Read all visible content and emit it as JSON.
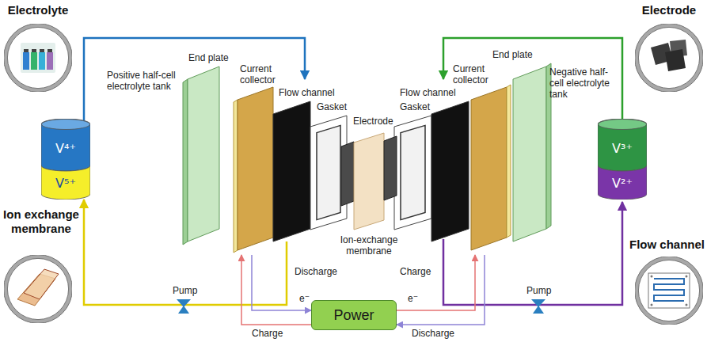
{
  "diagram": {
    "nodes": [
      {
        "text": [
          "Electrolyte"
        ]
      },
      {
        "text": [
          "Electrode"
        ]
      },
      {
        "text": [
          "V⁴⁺"
        ]
      },
      {
        "text": [
          "V³⁺"
        ]
      },
      {
        "text": [
          "V⁵⁺"
        ]
      },
      {
        "text": [
          "V²⁺"
        ]
      },
      {
        "text": [
          "Ion exchange membrane"
        ]
      },
      {
        "text": [
          "Flow channel"
        ]
      },
      {
        "text": [
          "Power"
        ]
      }
    ],
    "labels": [
      "Positive half-cell electrolyte tank",
      "End plate",
      "Current collector",
      "Flow channel",
      "Gasket",
      "Electrode",
      "Gasket",
      "Flow channel",
      "Current collector",
      "End plate",
      "Negative half-cell electrolyte tank",
      "Ion-exchange membrane",
      "Discharge",
      "Charge",
      "Pump",
      "Pump",
      "e⁻",
      "e⁻",
      "Discharge",
      "Charge"
    ]
  }
}
